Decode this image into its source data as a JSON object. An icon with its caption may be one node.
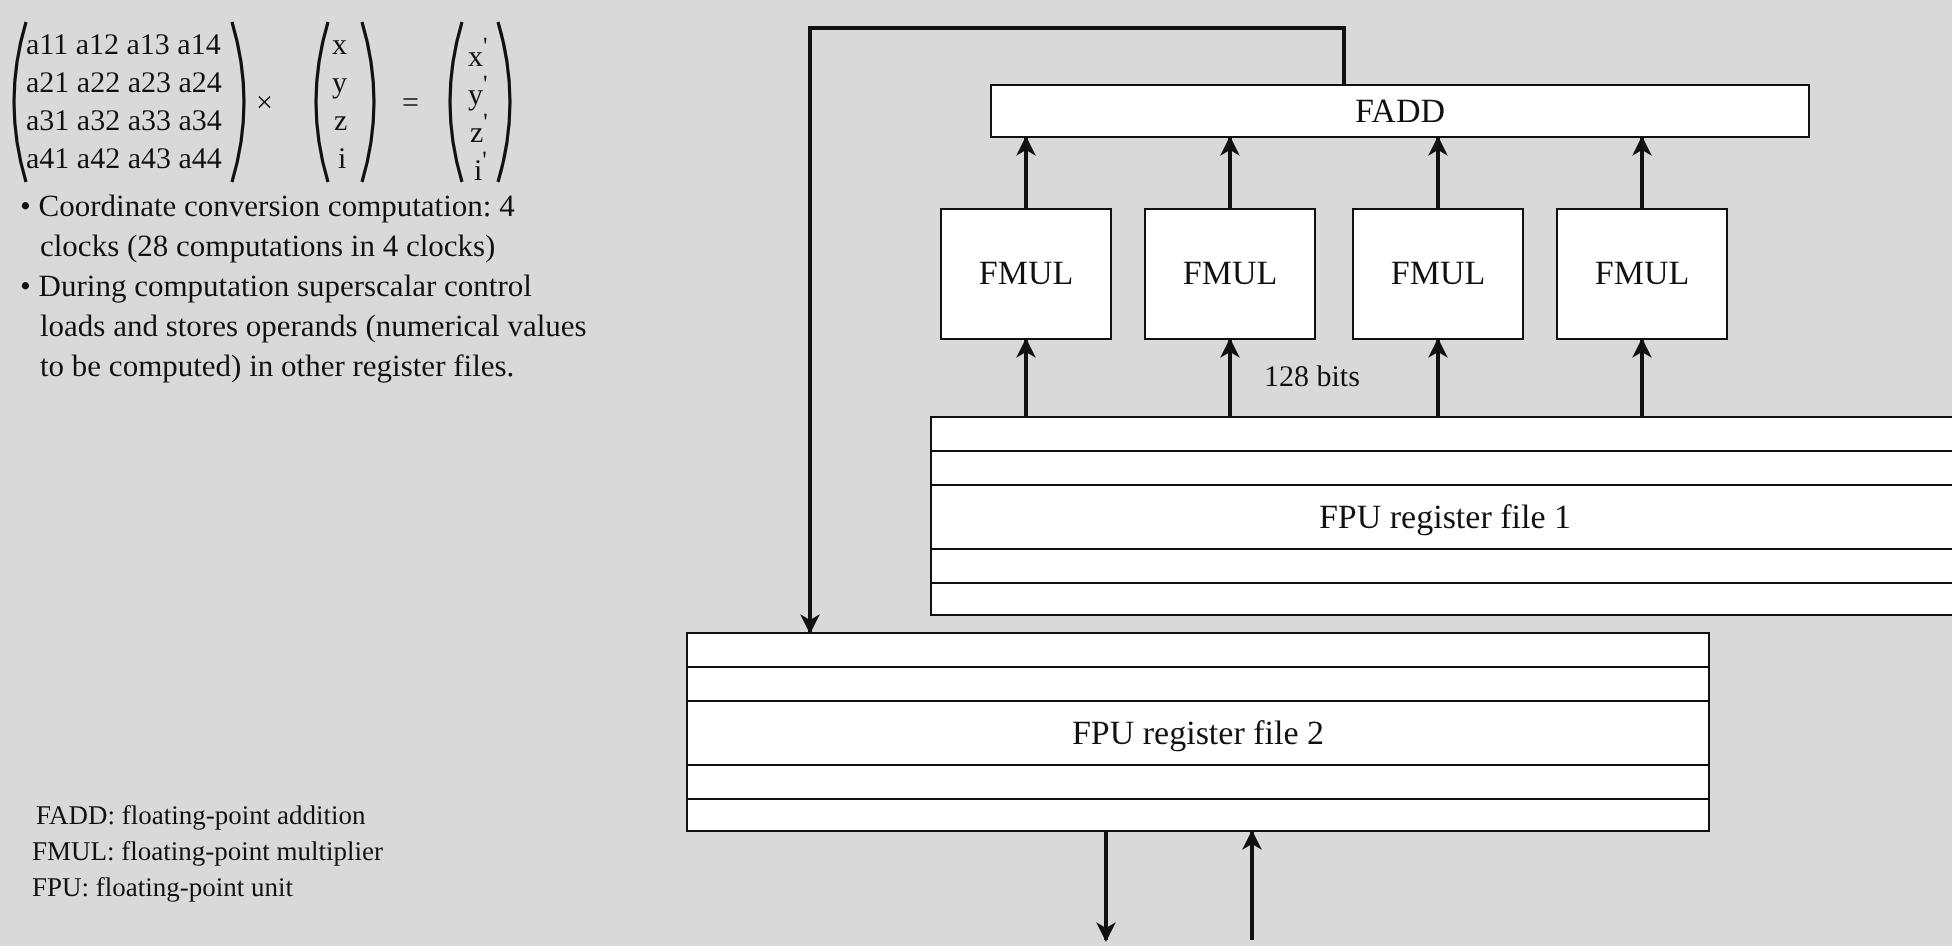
{
  "diagram": {
    "nodes": [
      {
        "text": [
          "FADD"
        ]
      },
      {
        "text": [
          "FMUL"
        ]
      },
      {
        "text": [
          "FMUL"
        ]
      },
      {
        "text": [
          "FMUL"
        ]
      },
      {
        "text": [
          "FMUL"
        ]
      },
      {
        "text": [
          "FPU register file 1"
        ]
      },
      {
        "text": [
          "FPU register file 2"
        ]
      }
    ],
    "edges": [
      {
        "from": 1,
        "to": 0,
        "arrow": "to"
      },
      {
        "from": 2,
        "to": 0,
        "arrow": "to"
      },
      {
        "from": 3,
        "to": 0,
        "arrow": "to"
      },
      {
        "from": 4,
        "to": 0,
        "arrow": "to"
      },
      {
        "from": 5,
        "to": 1,
        "arrow": "to"
      },
      {
        "from": 5,
        "to": 2,
        "arrow": "to"
      },
      {
        "from": 5,
        "to": 3,
        "arrow": "to"
      },
      {
        "from": 5,
        "to": 4,
        "arrow": "to"
      },
      {
        "from": 0,
        "to": 6,
        "arrow": "to"
      },
      {
        "from": 6,
        "to": null,
        "arrow": "to"
      },
      {
        "from": null,
        "to": 6,
        "arrow": "to"
      }
    ],
    "labels": [
      "a11 a12 a13 a14",
      "a21 a22 a23 a24",
      "a31 a32 a33 a34",
      "a41 a42 a43 a44",
      "×",
      "x",
      "y",
      "z",
      "i",
      "=",
      "x$^{'}$",
      "y$^{'}$",
      "z$^{'}$",
      "i$^{'}$",
      "• Coordinate conversion computation: 4 clocks (28 computations in 4 clocks)",
      "• During computation superscalar control loads and stores operands (numerical values to be computed) in other register files.",
      "128 bits",
      "FADD: floating-point addition",
      "FMUL: floating-point multiplier",
      "FPU: floating-point unit"
    ]
  }
}
